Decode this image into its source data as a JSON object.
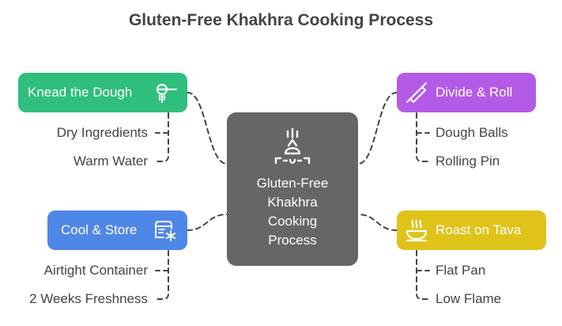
{
  "title": "Gluten-Free Khakhra Cooking Process",
  "center": {
    "label": "Gluten-Free\nKhakhra\nCooking\nProcess",
    "icon": "cooking-pot-icon"
  },
  "steps": [
    {
      "id": "knead",
      "label": "Knead the Dough",
      "color": "#2fbe7c",
      "icon": "whisk-icon",
      "items": [
        "Dry Ingredients",
        "Warm Water"
      ]
    },
    {
      "id": "divide",
      "label": "Divide & Roll",
      "color": "#b35ae6",
      "icon": "rolling-pin-icon",
      "items": [
        "Dough Balls",
        "Rolling Pin"
      ]
    },
    {
      "id": "cool",
      "label": "Cool & Store",
      "color": "#4f87e8",
      "icon": "freezer-icon",
      "items": [
        "Airtight Container",
        "2 Weeks Freshness"
      ]
    },
    {
      "id": "roast",
      "label": "Roast on Tava",
      "color": "#e0c31a",
      "icon": "hot-pan-icon",
      "items": [
        "Flat Pan",
        "Low Flame"
      ]
    }
  ]
}
